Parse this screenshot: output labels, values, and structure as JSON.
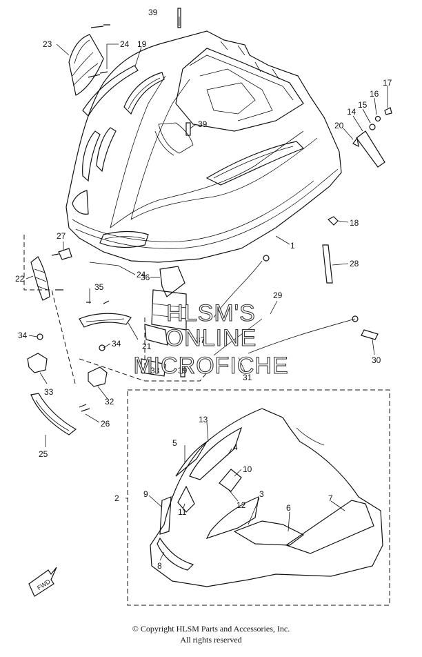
{
  "watermark": {
    "line1": "HLSM'S",
    "line2": "ONLINE",
    "line3": "MICROFICHE"
  },
  "fwd_label": "FWD",
  "copyright": {
    "line1": "© Copyright HLSM Parts and Accessories, Inc.",
    "line2": "All rights reserved"
  },
  "callouts": {
    "c39a": "39",
    "c23": "23",
    "c24a": "24",
    "c19": "19",
    "c17": "17",
    "c16": "16",
    "c15": "15",
    "c14": "14",
    "c20": "20",
    "c39b": "39",
    "c18": "18",
    "c1": "1",
    "c27": "27",
    "c28": "28",
    "c22": "22",
    "c24b": "24",
    "c36": "36",
    "c35": "35",
    "c29": "29",
    "c34a": "34",
    "c21": "21",
    "c34b": "34",
    "c37": "37",
    "c33": "33",
    "c38": "38",
    "c39c": "39",
    "c30": "30",
    "c31": "31",
    "c32": "32",
    "c26": "26",
    "c25": "25",
    "c13": "13",
    "c5": "5",
    "c4": "4",
    "c10": "10",
    "c2": "2",
    "c9": "9",
    "c3": "3",
    "c7": "7",
    "c12": "12",
    "c11": "11",
    "c6": "6",
    "c8": "8"
  }
}
